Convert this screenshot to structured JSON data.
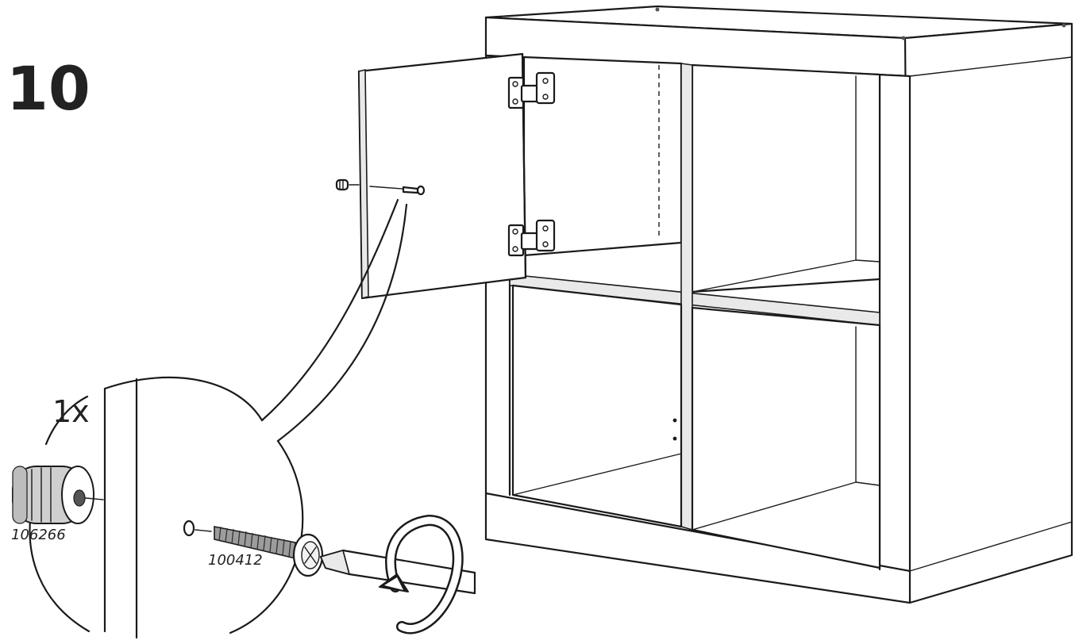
{
  "step": {
    "number": "10"
  },
  "detail": {
    "quantity": "1x"
  },
  "parts": [
    {
      "id": "106266",
      "icon": "knob-icon"
    },
    {
      "id": "100412",
      "icon": "screw-icon"
    }
  ],
  "tool": {
    "icon": "screwdriver-icon",
    "direction_icon": "rotate-clockwise-icon"
  }
}
